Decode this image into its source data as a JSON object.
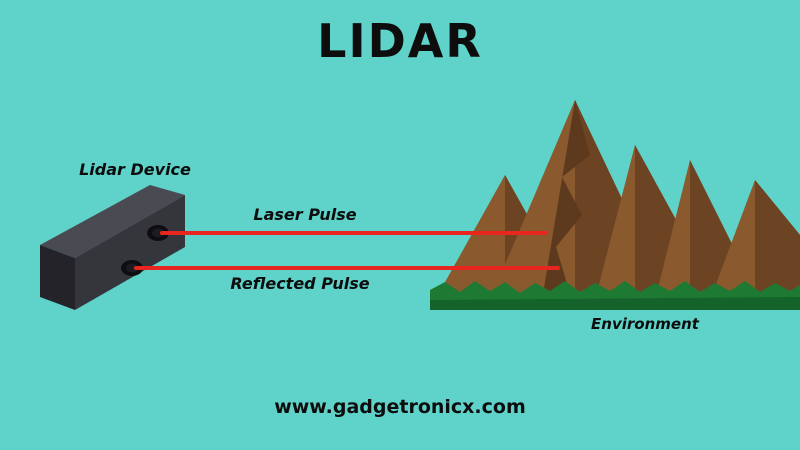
{
  "title": "LIDAR",
  "labels": {
    "device": "Lidar Device",
    "laser_pulse": "Laser Pulse",
    "reflected_pulse": "Reflected Pulse",
    "environment": "Environment"
  },
  "footer": {
    "website": "www.gadgetronicx.com"
  },
  "colors": {
    "background": "#5fd3c9",
    "laser_red": "#e8251f",
    "text": "#0d0d0d",
    "mountain_main": "#8a5a2e",
    "mountain_shade": "#6d4423",
    "mountain_deep": "#5d3a1e",
    "grass": "#1e7a33",
    "grass_dark": "#14632a",
    "device_top": "#4a4a52",
    "device_front": "#35353c",
    "device_side": "#232329",
    "lens_outer": "#0e0e12",
    "lens_inner": "#1c1c22"
  }
}
